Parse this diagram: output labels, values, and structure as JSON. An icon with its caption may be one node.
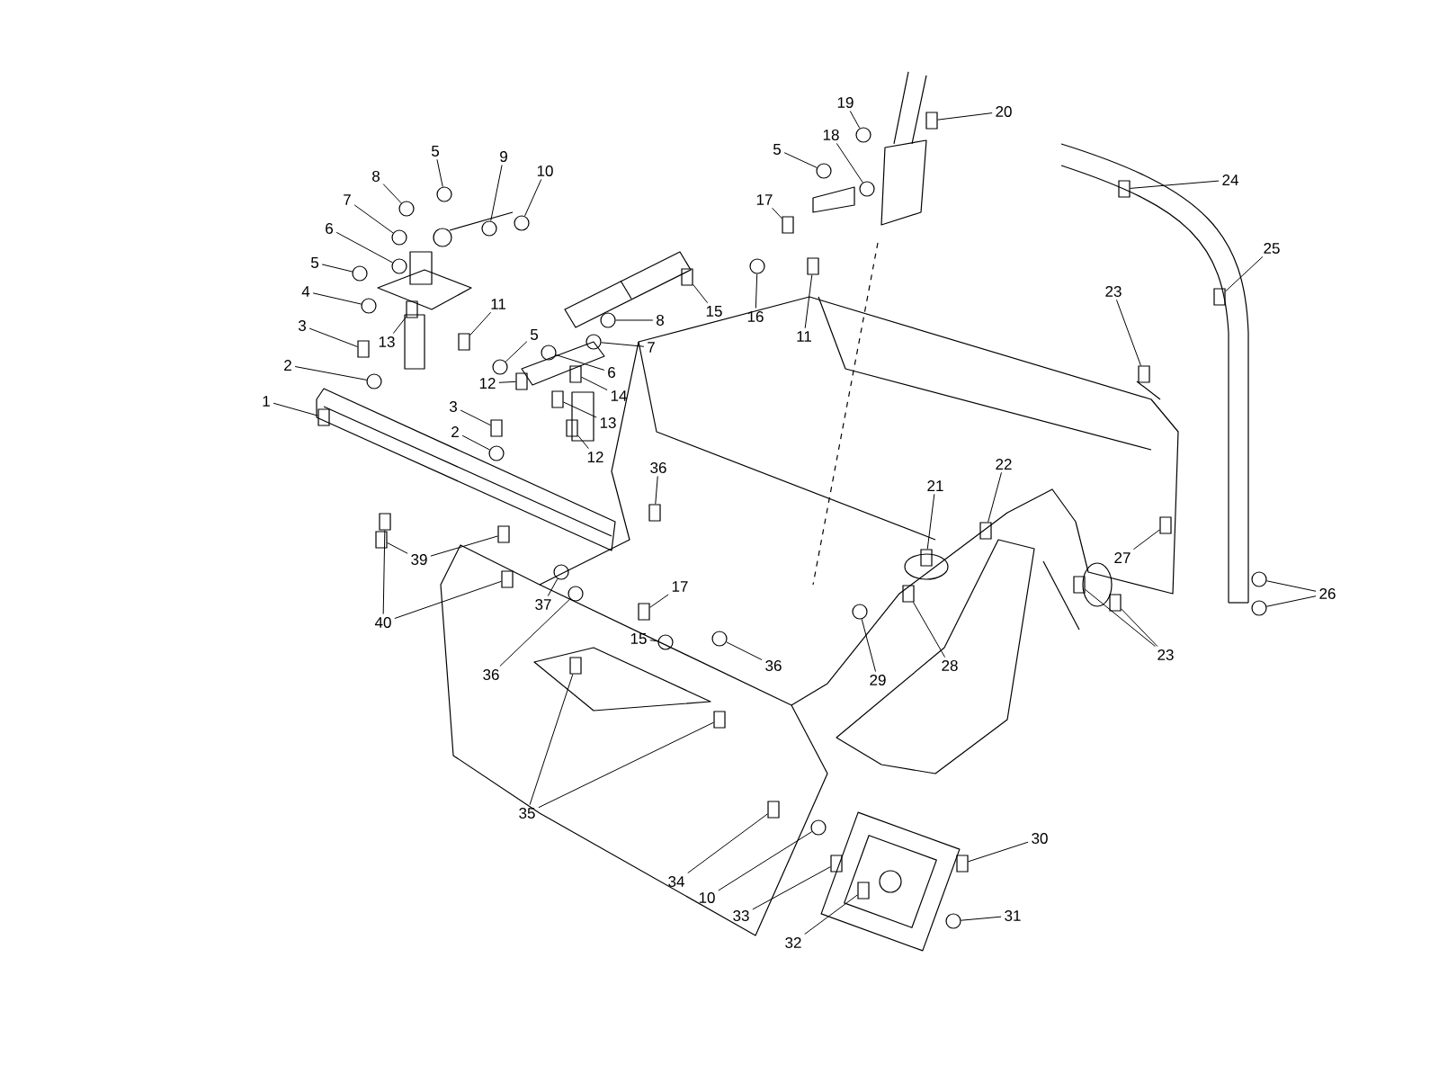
{
  "diagram": {
    "nodes": [
      {
        "text": [
          "19"
        ]
      },
      {
        "text": [
          "20"
        ]
      },
      {
        "text": [
          "8"
        ]
      },
      {
        "text": [
          "5"
        ]
      },
      {
        "text": [
          "9"
        ]
      },
      {
        "text": [
          "10"
        ]
      },
      {
        "text": [
          "18"
        ]
      },
      {
        "text": [
          "5"
        ]
      },
      {
        "text": [
          "24"
        ]
      },
      {
        "text": [
          "7"
        ]
      },
      {
        "text": [
          "17"
        ]
      },
      {
        "text": [
          "6"
        ]
      },
      {
        "text": [
          "25"
        ]
      },
      {
        "text": [
          "5"
        ]
      },
      {
        "text": [
          "4"
        ]
      },
      {
        "text": [
          "23"
        ]
      },
      {
        "text": [
          "11"
        ]
      },
      {
        "text": [
          "8"
        ]
      },
      {
        "text": [
          "15"
        ]
      },
      {
        "text": [
          "16"
        ]
      },
      {
        "text": [
          "11"
        ]
      },
      {
        "text": [
          "13"
        ]
      },
      {
        "text": [
          "3"
        ]
      },
      {
        "text": [
          "5"
        ]
      },
      {
        "text": [
          "7"
        ]
      },
      {
        "text": [
          "2"
        ]
      },
      {
        "text": [
          "6"
        ]
      },
      {
        "text": [
          "12"
        ]
      },
      {
        "text": [
          "14"
        ]
      },
      {
        "text": [
          "1"
        ]
      },
      {
        "text": [
          "3"
        ]
      },
      {
        "text": [
          "13"
        ]
      },
      {
        "text": [
          "2"
        ]
      },
      {
        "text": [
          "12"
        ]
      },
      {
        "text": [
          "36"
        ]
      },
      {
        "text": [
          "22"
        ]
      },
      {
        "text": [
          "21"
        ]
      },
      {
        "text": [
          "27"
        ]
      },
      {
        "text": [
          "39"
        ]
      },
      {
        "text": [
          "26"
        ]
      },
      {
        "text": [
          "37"
        ]
      },
      {
        "text": [
          "17"
        ]
      },
      {
        "text": [
          "40"
        ]
      },
      {
        "text": [
          "15"
        ]
      },
      {
        "text": [
          "23"
        ]
      },
      {
        "text": [
          "28"
        ]
      },
      {
        "text": [
          "36"
        ]
      },
      {
        "text": [
          "36"
        ]
      },
      {
        "text": [
          "29"
        ]
      },
      {
        "text": [
          "35"
        ]
      },
      {
        "text": [
          "30"
        ]
      },
      {
        "text": [
          "34"
        ]
      },
      {
        "text": [
          "10"
        ]
      },
      {
        "text": [
          "33"
        ]
      },
      {
        "text": [
          "31"
        ]
      },
      {
        "text": [
          "32"
        ]
      },
      {
        "text": [],
        "shape": "circle"
      },
      {
        "text": [],
        "shape": "box"
      },
      {
        "text": [],
        "shape": "circle"
      },
      {
        "text": [],
        "shape": "circle"
      },
      {
        "text": [],
        "shape": "circle"
      },
      {
        "text": [],
        "shape": "circle"
      },
      {
        "text": [],
        "shape": "circle"
      },
      {
        "text": [],
        "shape": "circle"
      },
      {
        "text": [],
        "shape": "box"
      },
      {
        "text": [],
        "shape": "circle"
      },
      {
        "text": [],
        "shape": "box"
      },
      {
        "text": [],
        "shape": "circle"
      },
      {
        "text": [],
        "shape": "box"
      },
      {
        "text": [],
        "shape": "circle"
      },
      {
        "text": [],
        "shape": "circle"
      },
      {
        "text": [],
        "shape": "box"
      },
      {
        "text": [],
        "shape": "box"
      },
      {
        "text": [],
        "shape": "circle"
      },
      {
        "text": [],
        "shape": "box"
      },
      {
        "text": [],
        "shape": "circle"
      },
      {
        "text": [],
        "shape": "box"
      },
      {
        "text": [],
        "shape": "box"
      },
      {
        "text": [],
        "shape": "box"
      },
      {
        "text": [],
        "shape": "circle"
      },
      {
        "text": [],
        "shape": "circle"
      },
      {
        "text": [],
        "shape": "circle"
      },
      {
        "text": [],
        "shape": "circle"
      },
      {
        "text": [],
        "shape": "box"
      },
      {
        "text": [],
        "shape": "box"
      },
      {
        "text": [],
        "shape": "box"
      },
      {
        "text": [],
        "shape": "box"
      },
      {
        "text": [],
        "shape": "box"
      },
      {
        "text": [],
        "shape": "circle"
      },
      {
        "text": [],
        "shape": "box"
      },
      {
        "text": [],
        "shape": "box"
      },
      {
        "text": [],
        "shape": "box"
      },
      {
        "text": [],
        "shape": "box"
      },
      {
        "text": [],
        "shape": "box"
      },
      {
        "text": [],
        "shape": "box"
      },
      {
        "text": [],
        "shape": "box"
      },
      {
        "text": [],
        "shape": "circle"
      },
      {
        "text": [],
        "shape": "circle"
      },
      {
        "text": [],
        "shape": "circle"
      },
      {
        "text": [],
        "shape": "box"
      },
      {
        "text": [],
        "shape": "box"
      },
      {
        "text": [],
        "shape": "box"
      },
      {
        "text": [],
        "shape": "circle"
      },
      {
        "text": [],
        "shape": "box"
      },
      {
        "text": [],
        "shape": "box"
      },
      {
        "text": [],
        "shape": "box"
      },
      {
        "text": [],
        "shape": "circle"
      },
      {
        "text": [],
        "shape": "circle"
      },
      {
        "text": [],
        "shape": "circle"
      },
      {
        "text": [],
        "shape": "box"
      },
      {
        "text": [],
        "shape": "box"
      },
      {
        "text": [],
        "shape": "box"
      },
      {
        "text": [],
        "shape": "box"
      },
      {
        "text": [],
        "shape": "circle"
      },
      {
        "text": [],
        "shape": "box"
      },
      {
        "text": [],
        "shape": "circle"
      },
      {
        "text": [],
        "shape": "box"
      }
    ],
    "edges": [
      {
        "from": 0,
        "to": 56,
        "arrow": "none"
      },
      {
        "from": 1,
        "to": 57,
        "arrow": "none"
      },
      {
        "from": 2,
        "to": 58,
        "arrow": "none"
      },
      {
        "from": 3,
        "to": 59,
        "arrow": "none"
      },
      {
        "from": 4,
        "to": 60,
        "arrow": "none"
      },
      {
        "from": 5,
        "to": 61,
        "arrow": "none"
      },
      {
        "from": 6,
        "to": 62,
        "arrow": "none"
      },
      {
        "from": 7,
        "to": 63,
        "arrow": "none"
      },
      {
        "from": 8,
        "to": 64,
        "arrow": "none"
      },
      {
        "from": 9,
        "to": 65,
        "arrow": "none"
      },
      {
        "from": 10,
        "to": 66,
        "arrow": "none"
      },
      {
        "from": 11,
        "to": 67,
        "arrow": "none"
      },
      {
        "from": 12,
        "to": 68,
        "arrow": "none"
      },
      {
        "from": 13,
        "to": 69,
        "arrow": "none"
      },
      {
        "from": 14,
        "to": 70,
        "arrow": "none"
      },
      {
        "from": 15,
        "to": 71,
        "arrow": "none"
      },
      {
        "from": 16,
        "to": 72,
        "arrow": "none"
      },
      {
        "from": 17,
        "to": 73,
        "arrow": "none"
      },
      {
        "from": 18,
        "to": 74,
        "arrow": "none"
      },
      {
        "from": 19,
        "to": 75,
        "arrow": "none"
      },
      {
        "from": 20,
        "to": 76,
        "arrow": "none"
      },
      {
        "from": 21,
        "to": 77,
        "arrow": "none"
      },
      {
        "from": 22,
        "to": 78,
        "arrow": "none"
      },
      {
        "from": 23,
        "to": 79,
        "arrow": "none"
      },
      {
        "from": 24,
        "to": 80,
        "arrow": "none"
      },
      {
        "from": 25,
        "to": 81,
        "arrow": "none"
      },
      {
        "from": 26,
        "to": 82,
        "arrow": "none"
      },
      {
        "from": 27,
        "to": 83,
        "arrow": "none"
      },
      {
        "from": 28,
        "to": 84,
        "arrow": "none"
      },
      {
        "from": 29,
        "to": 85,
        "arrow": "none"
      },
      {
        "from": 30,
        "to": 86,
        "arrow": "none"
      },
      {
        "from": 31,
        "to": 87,
        "arrow": "none"
      },
      {
        "from": 32,
        "to": 88,
        "arrow": "none"
      },
      {
        "from": 33,
        "to": 89,
        "arrow": "none"
      },
      {
        "from": 34,
        "to": 90,
        "arrow": "none"
      },
      {
        "from": 35,
        "to": 91,
        "arrow": "none"
      },
      {
        "from": 36,
        "to": 92,
        "arrow": "none"
      },
      {
        "from": 37,
        "to": 93,
        "arrow": "none"
      },
      {
        "from": 38,
        "to": 94,
        "arrow": "none"
      },
      {
        "from": 38,
        "to": 95,
        "arrow": "none"
      },
      {
        "from": 39,
        "to": 96,
        "arrow": "none"
      },
      {
        "from": 39,
        "to": 97,
        "arrow": "none"
      },
      {
        "from": 40,
        "to": 98,
        "arrow": "none"
      },
      {
        "from": 41,
        "to": 99,
        "arrow": "none"
      },
      {
        "from": 42,
        "to": 100,
        "arrow": "none"
      },
      {
        "from": 42,
        "to": 101,
        "arrow": "none"
      },
      {
        "from": 43,
        "to": 102,
        "arrow": "none"
      },
      {
        "from": 44,
        "to": 103,
        "arrow": "none"
      },
      {
        "from": 44,
        "to": 104,
        "arrow": "none"
      },
      {
        "from": 45,
        "to": 105,
        "arrow": "none"
      },
      {
        "from": 46,
        "to": 106,
        "arrow": "none"
      },
      {
        "from": 47,
        "to": 107,
        "arrow": "none"
      },
      {
        "from": 48,
        "to": 108,
        "arrow": "none"
      },
      {
        "from": 49,
        "to": 109,
        "arrow": "none"
      },
      {
        "from": 49,
        "to": 110,
        "arrow": "none"
      },
      {
        "from": 50,
        "to": 111,
        "arrow": "none"
      },
      {
        "from": 51,
        "to": 112,
        "arrow": "none"
      },
      {
        "from": 52,
        "to": 113,
        "arrow": "none"
      },
      {
        "from": 53,
        "to": 114,
        "arrow": "none"
      },
      {
        "from": 54,
        "to": 115,
        "arrow": "none"
      },
      {
        "from": 55,
        "to": 116,
        "arrow": "none"
      }
    ]
  }
}
